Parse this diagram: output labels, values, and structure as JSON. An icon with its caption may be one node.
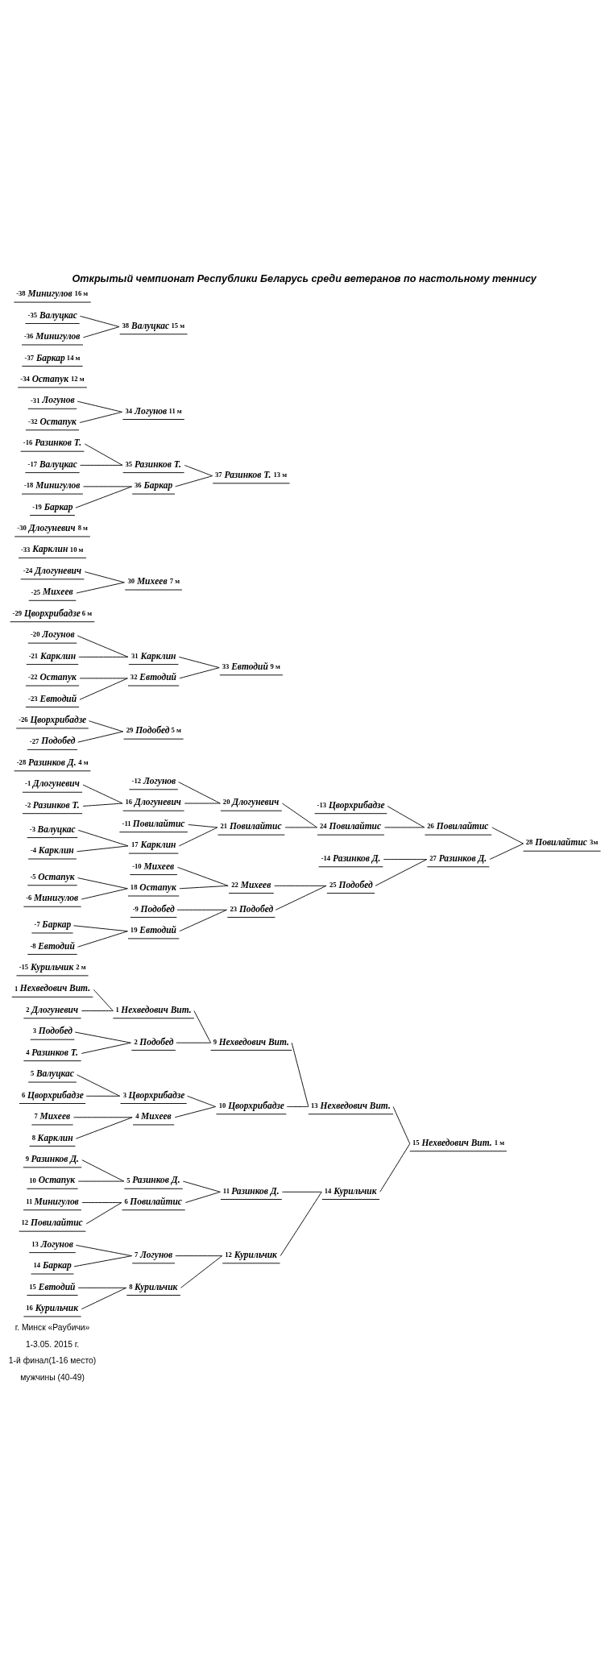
{
  "diagram": {
    "title": "Открытый чемпионат Республики Беларусь среди ветеранов по настольному теннису",
    "labels": [
      "мужчины (40-49)",
      "1-й финал(1-16 место)",
      "1-3.05. 2015 г.",
      "г. Минск «Раубичи»"
    ],
    "nodes": [
      {
        "text": [
          "1",
          "Нехведович Вит."
        ]
      },
      {
        "text": [
          "2",
          "Длогуневич"
        ]
      },
      {
        "text": [
          "3",
          "Подобед"
        ]
      },
      {
        "text": [
          "4",
          "Разинков Т."
        ]
      },
      {
        "text": [
          "5",
          "Валуцкас"
        ]
      },
      {
        "text": [
          "6",
          "Цворхрибадзе"
        ]
      },
      {
        "text": [
          "7",
          "Михеев"
        ]
      },
      {
        "text": [
          "8",
          "Карклин"
        ]
      },
      {
        "text": [
          "9",
          "Разинков Д."
        ]
      },
      {
        "text": [
          "10",
          "Остапук"
        ]
      },
      {
        "text": [
          "11",
          "Минигулов"
        ]
      },
      {
        "text": [
          "12",
          "Повилайтис"
        ]
      },
      {
        "text": [
          "13",
          "Логунов"
        ]
      },
      {
        "text": [
          "14",
          "Баркар"
        ]
      },
      {
        "text": [
          "15",
          "Евтодий"
        ]
      },
      {
        "text": [
          "16",
          "Курильчик"
        ]
      },
      {
        "text": [
          "1",
          "Нехведович Вит."
        ]
      },
      {
        "text": [
          "2",
          "Подобед"
        ]
      },
      {
        "text": [
          "3",
          "Цворхрибадзе"
        ]
      },
      {
        "text": [
          "4",
          "Михеев"
        ]
      },
      {
        "text": [
          "5",
          "Разинков Д."
        ]
      },
      {
        "text": [
          "6",
          "Повилайтис"
        ]
      },
      {
        "text": [
          "7",
          "Логунов"
        ]
      },
      {
        "text": [
          "8",
          "Курильчик"
        ]
      },
      {
        "text": [
          "9",
          "Нехведович Вит."
        ]
      },
      {
        "text": [
          "10",
          "Цворхрибадзе"
        ]
      },
      {
        "text": [
          "11",
          "Разинков Д."
        ]
      },
      {
        "text": [
          "12",
          "Курильчик"
        ]
      },
      {
        "text": [
          "13",
          "Нехведович Вит."
        ]
      },
      {
        "text": [
          "14",
          "Курильчик"
        ]
      },
      {
        "text": [
          "15",
          "Нехведович Вит.",
          "1 м"
        ]
      },
      {
        "text": [
          "-15",
          "Курильчик",
          "2 м"
        ]
      },
      {
        "text": [
          "-13",
          "Цворхрибадзе"
        ]
      },
      {
        "text": [
          "-12",
          "Логунов"
        ]
      },
      {
        "text": [
          "-1",
          "Длогуневич"
        ]
      },
      {
        "text": [
          "20",
          "Длогуневич"
        ]
      },
      {
        "text": [
          "16",
          "Длогуневич"
        ]
      },
      {
        "text": [
          "-2",
          "Разинков Т."
        ]
      },
      {
        "text": [
          "26",
          "Повилайтис"
        ]
      },
      {
        "text": [
          "24",
          "Повилайтис"
        ]
      },
      {
        "text": [
          "-11",
          "Повилайтис"
        ]
      },
      {
        "text": [
          "-3",
          "Валуцкас"
        ]
      },
      {
        "text": [
          "21",
          "Повилайтис"
        ]
      },
      {
        "text": [
          "17",
          "Карклин"
        ]
      },
      {
        "text": [
          "-4",
          "Карклин"
        ]
      },
      {
        "text": [
          "28",
          "Повилайтис",
          "3м"
        ]
      },
      {
        "text": [
          "-14",
          "Разинков Д."
        ]
      },
      {
        "text": [
          "-10",
          "Михеев"
        ]
      },
      {
        "text": [
          "-5",
          "Остапук"
        ]
      },
      {
        "text": [
          "22",
          "Михеев"
        ]
      },
      {
        "text": [
          "18",
          "Остапук"
        ]
      },
      {
        "text": [
          "27",
          "Разинков Д."
        ]
      },
      {
        "text": [
          "-6",
          "Минигулов"
        ]
      },
      {
        "text": [
          "25",
          "Подобед"
        ]
      },
      {
        "text": [
          "-9",
          "Подобед"
        ]
      },
      {
        "text": [
          "-28",
          "Разинков Д.",
          "4 м"
        ]
      },
      {
        "text": [
          "-7",
          "Баркар"
        ]
      },
      {
        "text": [
          "23",
          "Подобед"
        ]
      },
      {
        "text": [
          "19",
          "Евтодий"
        ]
      },
      {
        "text": [
          "-26",
          "Цворхрибадзе"
        ]
      },
      {
        "text": [
          "29",
          "Подобед",
          "5 м"
        ]
      },
      {
        "text": [
          "-8",
          "Евтодий"
        ]
      },
      {
        "text": [
          "-27",
          "Подобед"
        ]
      },
      {
        "text": [
          "-20",
          "Логунов"
        ]
      },
      {
        "text": [
          "31",
          "Карклин"
        ]
      },
      {
        "text": [
          "-29",
          "Цворхрибадзе",
          "6 м"
        ]
      },
      {
        "text": [
          "-21",
          "Карклин"
        ]
      },
      {
        "text": [
          "33",
          "Евтодий",
          "9 м"
        ]
      },
      {
        "text": [
          "-24",
          "Длогуневич"
        ]
      },
      {
        "text": [
          "30",
          "Михеев",
          "7 м"
        ]
      },
      {
        "text": [
          "-22",
          "Остапук"
        ]
      },
      {
        "text": [
          "32",
          "Евтодий"
        ]
      },
      {
        "text": [
          "-25",
          "Михеев"
        ]
      },
      {
        "text": [
          "-23",
          "Евтодий"
        ]
      },
      {
        "text": [
          "-33",
          "Карклин",
          "10 м"
        ]
      },
      {
        "text": [
          "-30",
          "Длогуневич",
          "8 м"
        ]
      },
      {
        "text": [
          "-16",
          "Разинков Т."
        ]
      },
      {
        "text": [
          "-31",
          "Логунов"
        ]
      },
      {
        "text": [
          "35",
          "Разинков Т."
        ]
      },
      {
        "text": [
          "34",
          "Логунов",
          "11 м"
        ]
      },
      {
        "text": [
          "-17",
          "Валуцкас"
        ]
      },
      {
        "text": [
          "-32",
          "Остапук"
        ]
      },
      {
        "text": [
          "37",
          "Разинков Т.",
          "13 м"
        ]
      },
      {
        "text": [
          "-18",
          "Минигулов"
        ]
      },
      {
        "text": [
          "-34",
          "Остапук",
          "12 м"
        ]
      },
      {
        "text": [
          "36",
          "Баркар"
        ]
      },
      {
        "text": [
          "-19",
          "Баркар"
        ]
      },
      {
        "text": [
          "-37",
          "Баркар",
          "14 м"
        ]
      },
      {
        "text": [
          "-35",
          "Валуцкас"
        ]
      },
      {
        "text": [
          "38",
          "Валуцкас",
          "15 м"
        ]
      },
      {
        "text": [
          "-36",
          "Минигулов"
        ]
      },
      {
        "text": [
          "-38",
          "Минигулов",
          "16 м"
        ]
      }
    ],
    "edges": [
      {
        "from": 0,
        "to": 16,
        "arrow": "none"
      },
      {
        "from": 1,
        "to": 16,
        "arrow": "none"
      },
      {
        "from": 2,
        "to": 17,
        "arrow": "none"
      },
      {
        "from": 3,
        "to": 17,
        "arrow": "none"
      },
      {
        "from": 4,
        "to": 18,
        "arrow": "none"
      },
      {
        "from": 5,
        "to": 18,
        "arrow": "none"
      },
      {
        "from": 6,
        "to": 19,
        "arrow": "none"
      },
      {
        "from": 7,
        "to": 19,
        "arrow": "none"
      },
      {
        "from": 8,
        "to": 20,
        "arrow": "none"
      },
      {
        "from": 9,
        "to": 20,
        "arrow": "none"
      },
      {
        "from": 10,
        "to": 21,
        "arrow": "none"
      },
      {
        "from": 11,
        "to": 21,
        "arrow": "none"
      },
      {
        "from": 12,
        "to": 22,
        "arrow": "none"
      },
      {
        "from": 13,
        "to": 22,
        "arrow": "none"
      },
      {
        "from": 14,
        "to": 23,
        "arrow": "none"
      },
      {
        "from": 15,
        "to": 23,
        "arrow": "none"
      },
      {
        "from": 16,
        "to": 24,
        "arrow": "none"
      },
      {
        "from": 17,
        "to": 24,
        "arrow": "none"
      },
      {
        "from": 18,
        "to": 25,
        "arrow": "none"
      },
      {
        "from": 19,
        "to": 25,
        "arrow": "none"
      },
      {
        "from": 20,
        "to": 26,
        "arrow": "none"
      },
      {
        "from": 21,
        "to": 26,
        "arrow": "none"
      },
      {
        "from": 22,
        "to": 27,
        "arrow": "none"
      },
      {
        "from": 23,
        "to": 27,
        "arrow": "none"
      },
      {
        "from": 24,
        "to": 28,
        "arrow": "none"
      },
      {
        "from": 25,
        "to": 28,
        "arrow": "none"
      },
      {
        "from": 26,
        "to": 29,
        "arrow": "none"
      },
      {
        "from": 27,
        "to": 29,
        "arrow": "none"
      },
      {
        "from": 28,
        "to": 30,
        "arrow": "none"
      },
      {
        "from": 29,
        "to": 30,
        "arrow": "none"
      },
      {
        "from": 34,
        "to": 36,
        "arrow": "none"
      },
      {
        "from": 37,
        "to": 36,
        "arrow": "none"
      },
      {
        "from": 33,
        "to": 35,
        "arrow": "none"
      },
      {
        "from": 36,
        "to": 35,
        "arrow": "none"
      },
      {
        "from": 41,
        "to": 43,
        "arrow": "none"
      },
      {
        "from": 44,
        "to": 43,
        "arrow": "none"
      },
      {
        "from": 40,
        "to": 42,
        "arrow": "none"
      },
      {
        "from": 43,
        "to": 42,
        "arrow": "none"
      },
      {
        "from": 35,
        "to": 39,
        "arrow": "none"
      },
      {
        "from": 42,
        "to": 39,
        "arrow": "none"
      },
      {
        "from": 48,
        "to": 50,
        "arrow": "none"
      },
      {
        "from": 52,
        "to": 50,
        "arrow": "none"
      },
      {
        "from": 47,
        "to": 49,
        "arrow": "none"
      },
      {
        "from": 50,
        "to": 49,
        "arrow": "none"
      },
      {
        "from": 56,
        "to": 58,
        "arrow": "none"
      },
      {
        "from": 61,
        "to": 58,
        "arrow": "none"
      },
      {
        "from": 54,
        "to": 57,
        "arrow": "none"
      },
      {
        "from": 58,
        "to": 57,
        "arrow": "none"
      },
      {
        "from": 49,
        "to": 53,
        "arrow": "none"
      },
      {
        "from": 57,
        "to": 53,
        "arrow": "none"
      },
      {
        "from": 32,
        "to": 38,
        "arrow": "none"
      },
      {
        "from": 39,
        "to": 38,
        "arrow": "none"
      },
      {
        "from": 46,
        "to": 51,
        "arrow": "none"
      },
      {
        "from": 53,
        "to": 51,
        "arrow": "none"
      },
      {
        "from": 38,
        "to": 45,
        "arrow": "none"
      },
      {
        "from": 51,
        "to": 45,
        "arrow": "none"
      },
      {
        "from": 59,
        "to": 60,
        "arrow": "none"
      },
      {
        "from": 62,
        "to": 60,
        "arrow": "none"
      },
      {
        "from": 68,
        "to": 69,
        "arrow": "none"
      },
      {
        "from": 72,
        "to": 69,
        "arrow": "none"
      },
      {
        "from": 63,
        "to": 64,
        "arrow": "none"
      },
      {
        "from": 66,
        "to": 64,
        "arrow": "none"
      },
      {
        "from": 70,
        "to": 71,
        "arrow": "none"
      },
      {
        "from": 73,
        "to": 71,
        "arrow": "none"
      },
      {
        "from": 64,
        "to": 67,
        "arrow": "none"
      },
      {
        "from": 71,
        "to": 67,
        "arrow": "none"
      },
      {
        "from": 77,
        "to": 79,
        "arrow": "none"
      },
      {
        "from": 81,
        "to": 79,
        "arrow": "none"
      },
      {
        "from": 76,
        "to": 78,
        "arrow": "none"
      },
      {
        "from": 80,
        "to": 78,
        "arrow": "none"
      },
      {
        "from": 83,
        "to": 85,
        "arrow": "none"
      },
      {
        "from": 86,
        "to": 85,
        "arrow": "none"
      },
      {
        "from": 78,
        "to": 82,
        "arrow": "none"
      },
      {
        "from": 85,
        "to": 82,
        "arrow": "none"
      },
      {
        "from": 88,
        "to": 89,
        "arrow": "none"
      },
      {
        "from": 90,
        "to": 89,
        "arrow": "none"
      }
    ]
  }
}
